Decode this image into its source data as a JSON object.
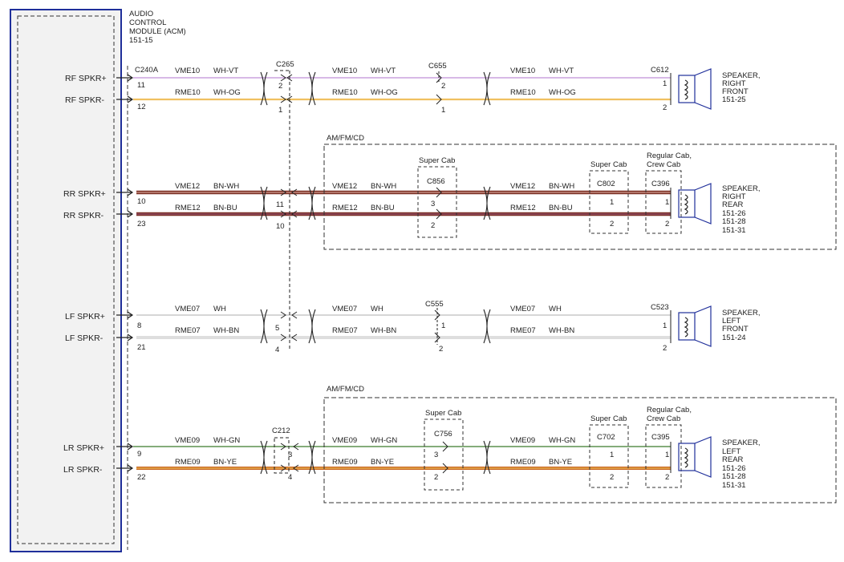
{
  "module": {
    "title_lines": [
      "AUDIO",
      "CONTROL",
      "MODULE (ACM)",
      "151-15"
    ],
    "connector": "C240A",
    "colors": {
      "border": "#1f2f9a",
      "fill": "#f2f2f2"
    }
  },
  "pins": [
    {
      "label": "RF SPKR+",
      "pin": "11"
    },
    {
      "label": "RF SPKR-",
      "pin": "12"
    },
    {
      "label": "RR SPKR+",
      "pin": "10"
    },
    {
      "label": "RR SPKR-",
      "pin": "23"
    },
    {
      "label": "LF SPKR+",
      "pin": "8"
    },
    {
      "label": "LF SPKR-",
      "pin": "21"
    },
    {
      "label": "LR SPKR+",
      "pin": "9"
    },
    {
      "label": "LR SPKR-",
      "pin": "22"
    }
  ],
  "circuits": [
    {
      "circuit": "VME10",
      "color_code": "WH-VT",
      "wire_color": "#c08fd6"
    },
    {
      "circuit": "RME10",
      "color_code": "WH-OG",
      "wire_color": "#f0c060"
    },
    {
      "circuit": "VME12",
      "color_code": "BN-WH",
      "wire_color": "#7a2e22"
    },
    {
      "circuit": "RME12",
      "color_code": "BN-BU",
      "wire_color": "#7a2e22"
    },
    {
      "circuit": "VME07",
      "color_code": "WH",
      "wire_color": "#bdbdbd"
    },
    {
      "circuit": "RME07",
      "color_code": "WH-BN",
      "wire_color": "#bdbdbd"
    },
    {
      "circuit": "VME09",
      "color_code": "WH-GN",
      "wire_color": "#3a7a2a"
    },
    {
      "circuit": "RME09",
      "color_code": "BN-YE",
      "wire_color": "#c8651e"
    }
  ],
  "connectors": [
    {
      "name": "C265",
      "pins": [
        "2",
        "1",
        "11",
        "10",
        "5",
        "4"
      ]
    },
    {
      "name": "C655",
      "pins": [
        "2",
        "1"
      ]
    },
    {
      "name": "C612",
      "pins": [
        "1",
        "2"
      ]
    },
    {
      "name": "C856",
      "pins": [
        "3",
        "2"
      ]
    },
    {
      "name": "C802",
      "pins": [
        "1",
        "2"
      ]
    },
    {
      "name": "C396",
      "pins": [
        "1",
        "2"
      ]
    },
    {
      "name": "C555",
      "pins": [
        "1",
        "2"
      ]
    },
    {
      "name": "C523",
      "pins": [
        "1",
        "2"
      ]
    },
    {
      "name": "C212",
      "pins": [
        "3",
        "4"
      ]
    },
    {
      "name": "C756",
      "pins": [
        "3",
        "2"
      ]
    },
    {
      "name": "C702",
      "pins": [
        "1",
        "2"
      ]
    },
    {
      "name": "C395",
      "pins": [
        "1",
        "2"
      ]
    }
  ],
  "option_boxes": [
    {
      "title": "AM/FM/CD"
    },
    {
      "title": "AM/FM/CD"
    }
  ],
  "variant_labels": {
    "super_cab": "Super Cab",
    "regular_crew_line1": "Regular Cab,",
    "regular_crew_line2": "Crew Cab"
  },
  "speakers": [
    {
      "lines": [
        "SPEAKER,",
        "RIGHT",
        "FRONT",
        "151-25"
      ]
    },
    {
      "lines": [
        "SPEAKER,",
        "RIGHT",
        "REAR",
        "151-26",
        "151-28",
        "151-31"
      ]
    },
    {
      "lines": [
        "SPEAKER,",
        "LEFT",
        "FRONT",
        "151-24"
      ]
    },
    {
      "lines": [
        "SPEAKER,",
        "LEFT",
        "REAR",
        "151-26",
        "151-28",
        "151-31"
      ]
    }
  ]
}
